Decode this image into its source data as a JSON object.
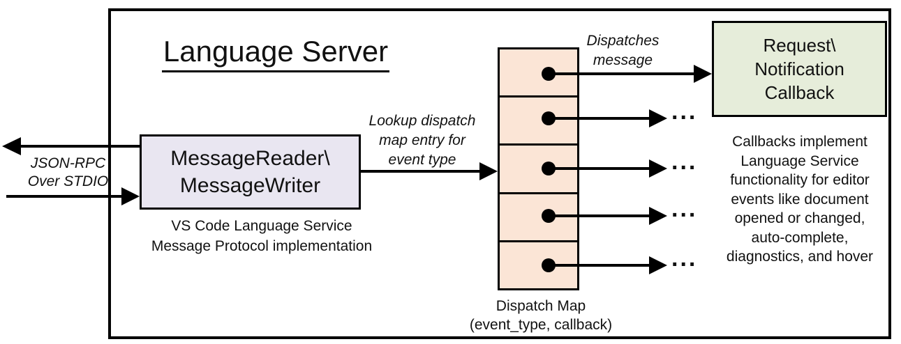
{
  "diagram": {
    "title": "Language Server",
    "io": {
      "label": "JSON-RPC\nOver STDIO"
    },
    "reader": {
      "label": "MessageReader\\\nMessageWriter",
      "caption": "VS Code Language Service\nMessage Protocol implementation"
    },
    "lookup": {
      "label": "Lookup dispatch\nmap entry for\nevent type"
    },
    "dispatch_map": {
      "cell_count": 5,
      "caption": "Dispatch Map\n(event_type, callback)",
      "dispatch_label": "Dispatches\nmessage",
      "ellipsis": "..."
    },
    "callback": {
      "label": "Request\\\nNotification\nCallback",
      "note": "Callbacks implement\nLanguage Service\nfunctionality for editor\nevents like document\nopened or changed,\nauto-complete,\ndiagnostics, and hover"
    },
    "colors": {
      "reader_fill": "#e9e6f1",
      "dispatch_map_fill": "#fbe5d6",
      "callback_fill": "#e6edda",
      "stroke": "#000000",
      "background": "#ffffff"
    }
  }
}
